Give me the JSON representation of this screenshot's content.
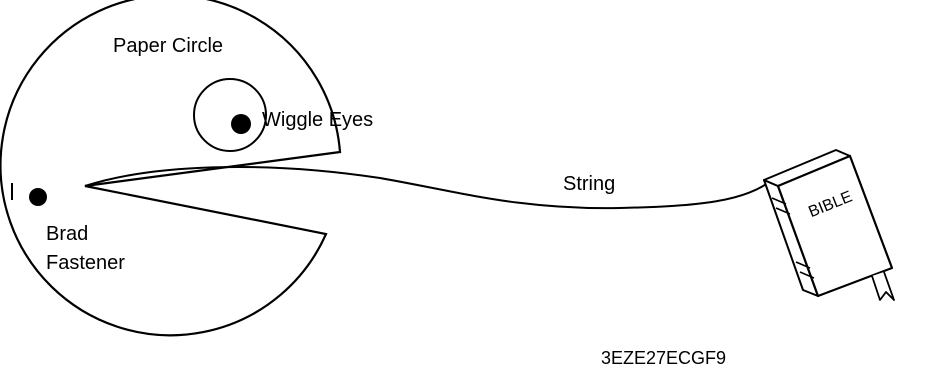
{
  "labels": {
    "paper_circle": "Paper Circle",
    "wiggle_eyes": "Wiggle Eyes",
    "string": "String",
    "brad": "Brad",
    "fastener": "Fastener",
    "bible": "BIBLE",
    "code": "3EZE27ECGF9"
  },
  "colors": {
    "line": "#000000",
    "background": "#ffffff"
  }
}
